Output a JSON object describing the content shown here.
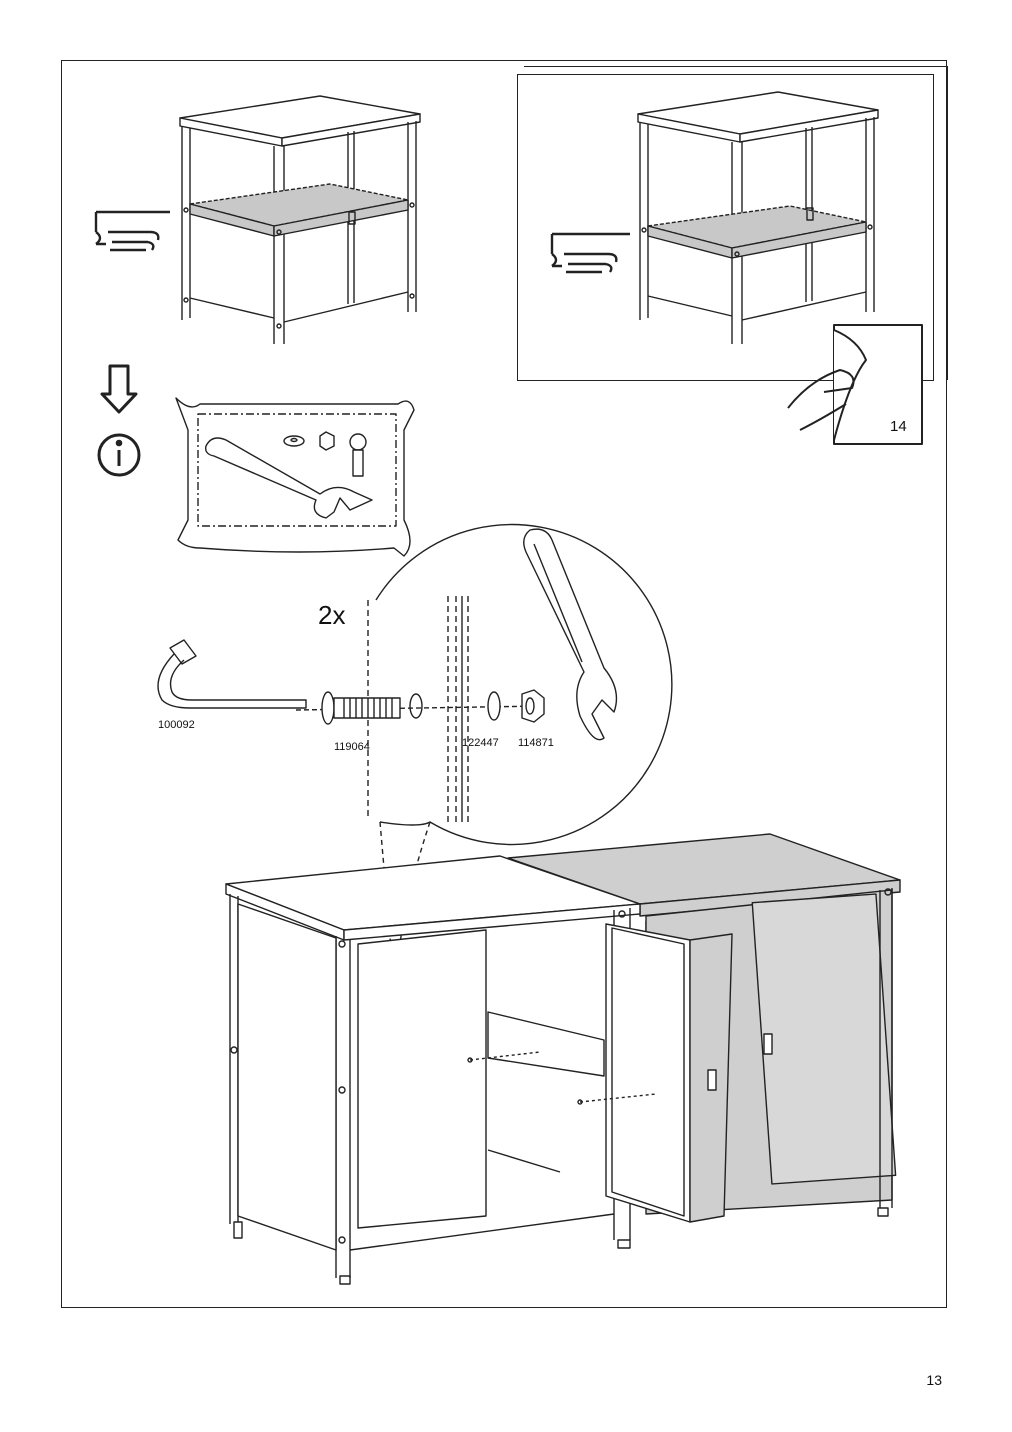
{
  "page_number": "13",
  "quantity": "2x",
  "parts": {
    "hex_key": "100092",
    "bolt": "119064",
    "washer": "122447",
    "nut": "114871"
  },
  "see_page": "14",
  "icons": [
    "pointing-hand-icon",
    "arrow-down-icon",
    "info-icon",
    "page-turn-icon"
  ]
}
